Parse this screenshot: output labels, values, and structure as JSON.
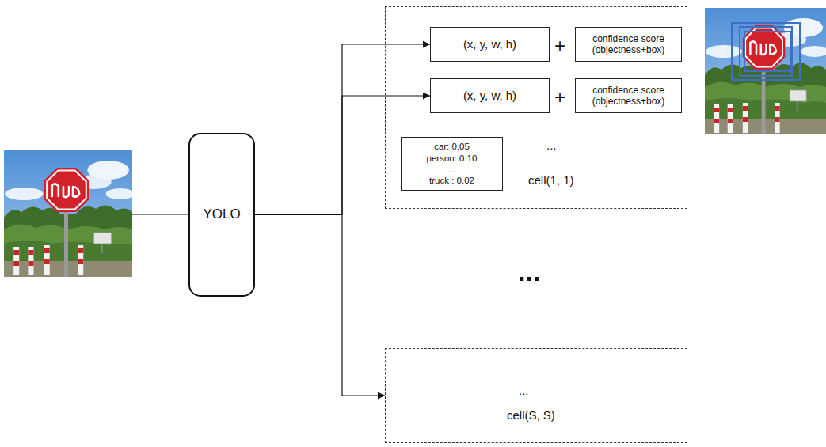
{
  "diagram": {
    "nodes": [
      {
        "text": [
          "YOLO"
        ]
      },
      {
        "text": [
          "...",
          "cell(1, 1)"
        ]
      },
      {
        "text": [
          "(x, y, w, h)"
        ],
        "in": 1
      },
      {
        "text": [
          "confidence score (objectness+box)"
        ],
        "in": 1
      },
      {
        "text": [
          "(x, y, w, h)"
        ],
        "in": 1
      },
      {
        "text": [
          "confidence score (objectness+box)"
        ],
        "in": 1
      },
      {
        "text": [
          "car: 0.05",
          "person: 0.10",
          "...",
          "truck : 0.02"
        ],
        "in": 1
      },
      {
        "text": [
          "...",
          "cell(S, S)"
        ]
      }
    ],
    "edges": [
      {
        "from": 0,
        "to": 2,
        "arrow": "to"
      },
      {
        "from": 0,
        "to": 4,
        "arrow": "to"
      },
      {
        "from": 0,
        "to": 7,
        "arrow": "to"
      }
    ],
    "labels": [
      "+",
      "+",
      "..."
    ]
  }
}
